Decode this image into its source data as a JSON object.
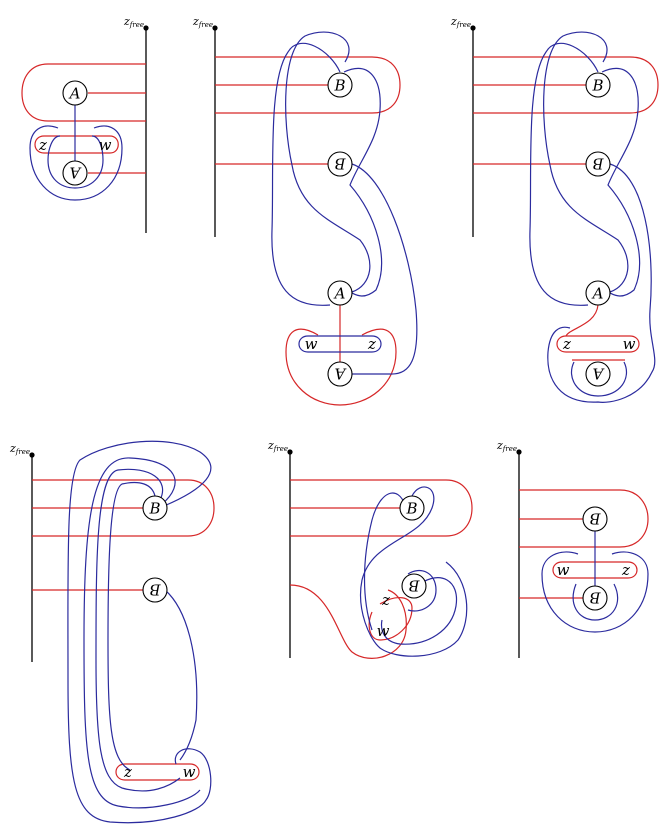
{
  "panels": [
    {
      "id": "panel-1",
      "basepoint_label": "z",
      "basepoint_sub": "free",
      "nodes": [
        {
          "label": "A",
          "flip": false
        },
        {
          "label": "A",
          "flip": true
        }
      ],
      "markers": [
        {
          "label": "z"
        },
        {
          "label": "w"
        }
      ]
    },
    {
      "id": "panel-2",
      "basepoint_label": "z",
      "basepoint_sub": "free",
      "nodes": [
        {
          "label": "B",
          "flip": false
        },
        {
          "label": "B",
          "flip": true
        },
        {
          "label": "A",
          "flip": false
        },
        {
          "label": "A",
          "flip": true
        }
      ],
      "markers": [
        {
          "label": "w"
        },
        {
          "label": "z"
        }
      ]
    },
    {
      "id": "panel-3",
      "basepoint_label": "z",
      "basepoint_sub": "free",
      "nodes": [
        {
          "label": "B",
          "flip": false
        },
        {
          "label": "B",
          "flip": true
        },
        {
          "label": "A",
          "flip": false
        },
        {
          "label": "A",
          "flip": true
        }
      ],
      "markers": [
        {
          "label": "z"
        },
        {
          "label": "w"
        }
      ]
    },
    {
      "id": "panel-4",
      "basepoint_label": "z",
      "basepoint_sub": "free",
      "nodes": [
        {
          "label": "B",
          "flip": false
        },
        {
          "label": "B",
          "flip": true
        }
      ],
      "markers": [
        {
          "label": "z"
        },
        {
          "label": "w"
        }
      ]
    },
    {
      "id": "panel-5",
      "basepoint_label": "z",
      "basepoint_sub": "free",
      "nodes": [
        {
          "label": "B",
          "flip": false
        },
        {
          "label": "B",
          "flip": true
        }
      ],
      "markers": [
        {
          "label": "z"
        },
        {
          "label": "w"
        }
      ]
    },
    {
      "id": "panel-6",
      "basepoint_label": "z",
      "basepoint_sub": "free",
      "nodes": [
        {
          "label": "B",
          "flip": true
        },
        {
          "label": "B",
          "flip": true
        }
      ],
      "markers": [
        {
          "label": "w"
        },
        {
          "label": "z"
        }
      ]
    }
  ],
  "colors": {
    "red_curve": "#d62728",
    "blue_curve": "#2b2b9e",
    "stem": "#000000"
  }
}
